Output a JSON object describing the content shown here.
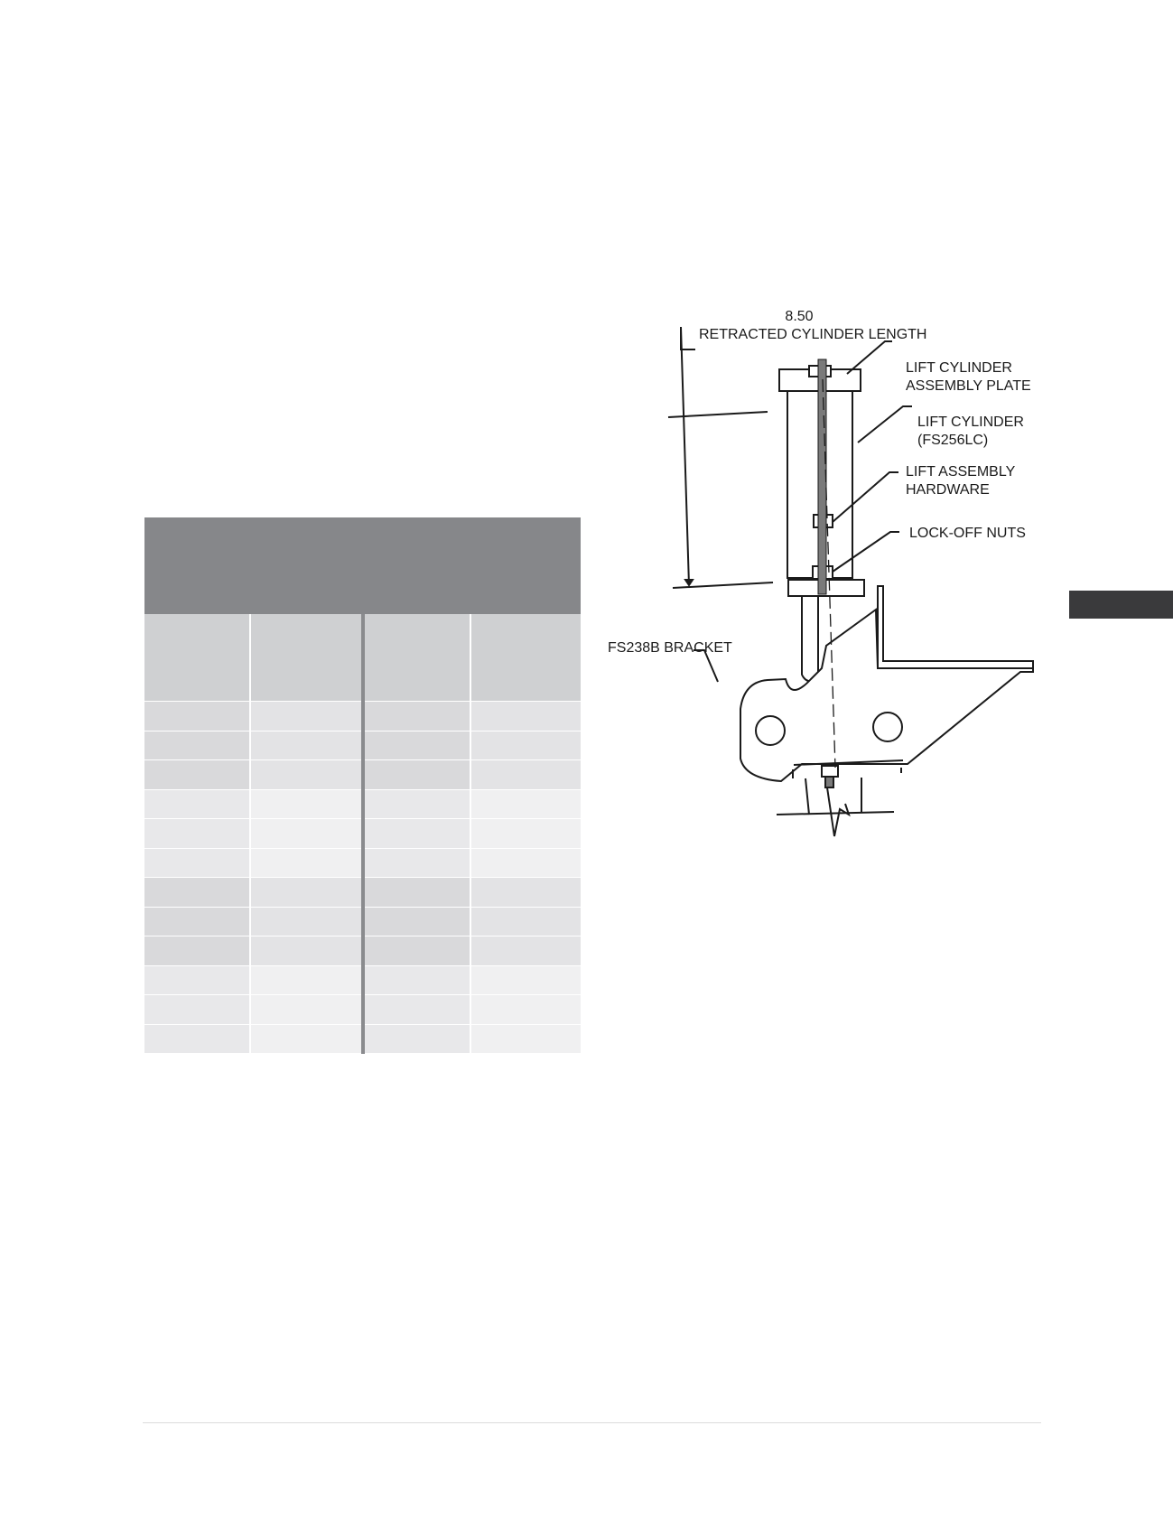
{
  "diagram": {
    "dimension_value": "8.50",
    "dimension_caption": "RETRACTED CYLINDER LENGTH",
    "callouts": {
      "plate_line1": "LIFT CYLINDER",
      "plate_line2": "ASSEMBLY PLATE",
      "cylinder_line1": "LIFT CYLINDER",
      "cylinder_line2": "(FS256LC)",
      "hardware_line1": "LIFT ASSEMBLY",
      "hardware_line2": "HARDWARE",
      "nuts": "LOCK-OFF NUTS",
      "bracket": "FS238B BRACKET"
    }
  }
}
